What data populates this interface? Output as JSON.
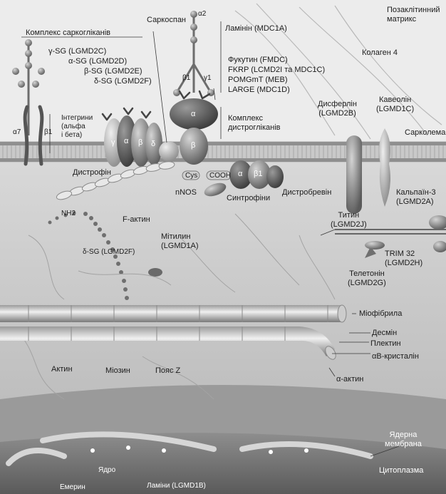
{
  "labels": {
    "ecm": "Позаклітинний\nматрикс",
    "laminin": "Ламінін (MDC1A)",
    "alpha2": "α2",
    "beta1_lam": "β1",
    "gamma1": "γ1",
    "sarcoglycan_complex": "Комплекс саркогліканів",
    "sarcospan": "Саркоспан",
    "gamma_sg": "γ-SG (LGMD2C)",
    "alpha_sg": "α-SG (LGMD2D)",
    "beta_sg": "β-SG (LGMD2E)",
    "delta_sg": "δ-SG (LGMD2F)",
    "fukutin": "Фукутин (FMDC)",
    "fkrp": "FKRP (LCMD2I та MDC1C)",
    "pomgmt": "POMGmT (MEB)",
    "large": "LARGE (MDC1D)",
    "collagen4": "Колаген 4",
    "integrins": "Інтегрини\n(альфа\nі бета)",
    "alpha7": "α7",
    "beta1_int": "β1",
    "sg_gamma": "γ",
    "sg_alpha": "α",
    "sg_beta": "β",
    "sg_delta": "δ",
    "dg_alpha": "α",
    "dg_beta": "β",
    "dystroglycan_complex": "Комплекс\nдистрогліканів",
    "dysferlin": "Дисферлін\n(LGMD2B)",
    "caveolin": "Кавеолін\n(LGMD1C)",
    "sarcolemma": "Сарколема",
    "cys": "Cys",
    "cooh": "COOH",
    "syn_alpha": "α",
    "syn_beta": "β1",
    "dystrophin": "Дистрофін",
    "nnos": "nNOS",
    "syntrophins": "Синтрофіни",
    "dystrobrevin": "Дистробревін",
    "calpain3": "Кальпаїн-3\n(LGMD2A)",
    "nh2": "NH2",
    "f_actin": "F-актин",
    "myotilin": "Мітилин\n(LGMD1A)",
    "delta_sg_lower": "δ-SG (LGMD2F)",
    "titin": "Титин\n(LGMD2J)",
    "trim32": "TRIM 32\n(LGMD2H)",
    "telethonin": "Телетонін\n(LGMD2G)",
    "myofibril": "Міофібрила",
    "desmin": "Десмін",
    "plectin": "Плектин",
    "ab_crystallin": "αB-кристалін",
    "alpha_actin": "α-актин",
    "actin": "Актин",
    "myosin": "Міозин",
    "z_band": "Пояс Z",
    "nuclear_membrane": "Ядерна\nмембрана",
    "cytoplasm": "Цитоплазма",
    "nucleus": "Ядро",
    "emerin": "Емерин",
    "lamins": "Ламіни (LGMD1B)"
  }
}
